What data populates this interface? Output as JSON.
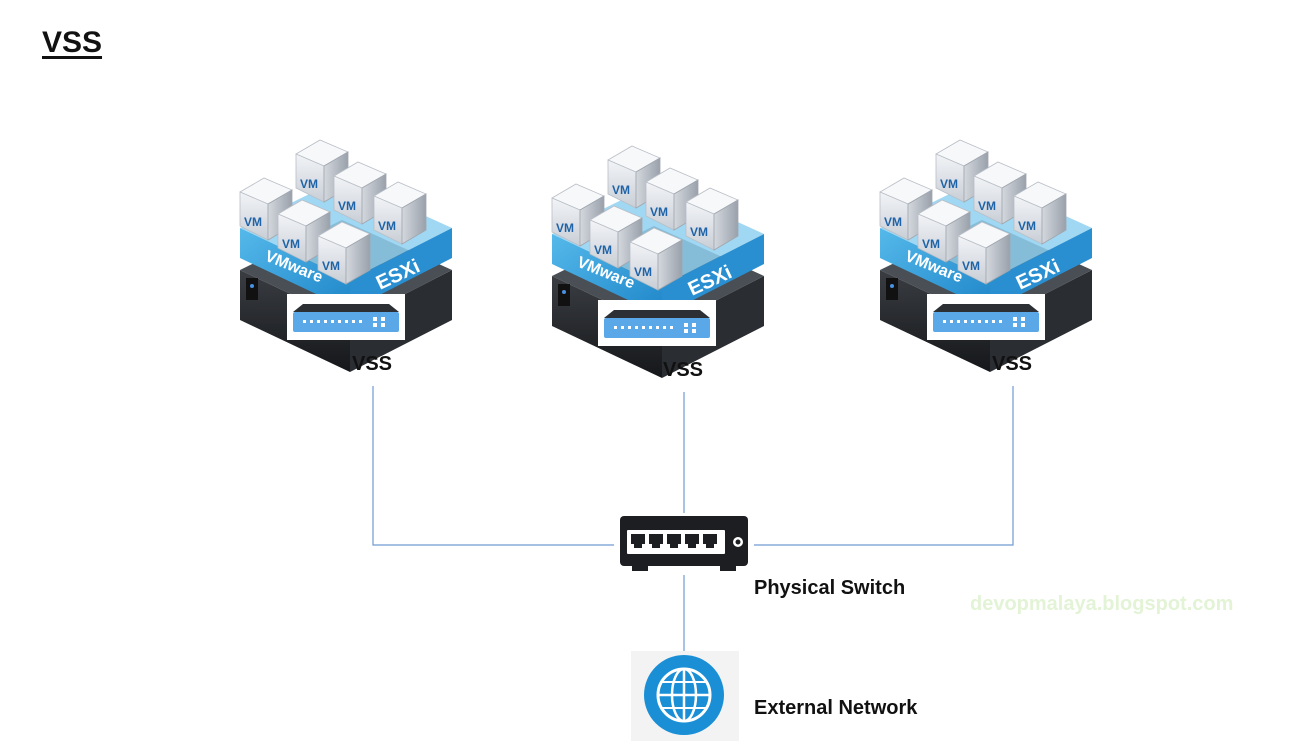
{
  "title": "VSS",
  "hosts": [
    {
      "vss_label": "VSS",
      "vm_label": "VM",
      "brand_left": "VMware",
      "brand_right": "ESXi"
    },
    {
      "vss_label": "VSS",
      "vm_label": "VM",
      "brand_left": "VMware",
      "brand_right": "ESXi"
    },
    {
      "vss_label": "VSS",
      "vm_label": "VM",
      "brand_left": "VMware",
      "brand_right": "ESXi"
    }
  ],
  "physical_switch": {
    "label": "Physical Switch"
  },
  "external_network": {
    "label": "External Network"
  },
  "watermark": "devopmalaya.blogspot.com",
  "colors": {
    "link": "#6f9bd1",
    "esxi_band": "#3aa6dd",
    "switch_blue": "#5aa8e8",
    "globe": "#1a8fd6"
  }
}
